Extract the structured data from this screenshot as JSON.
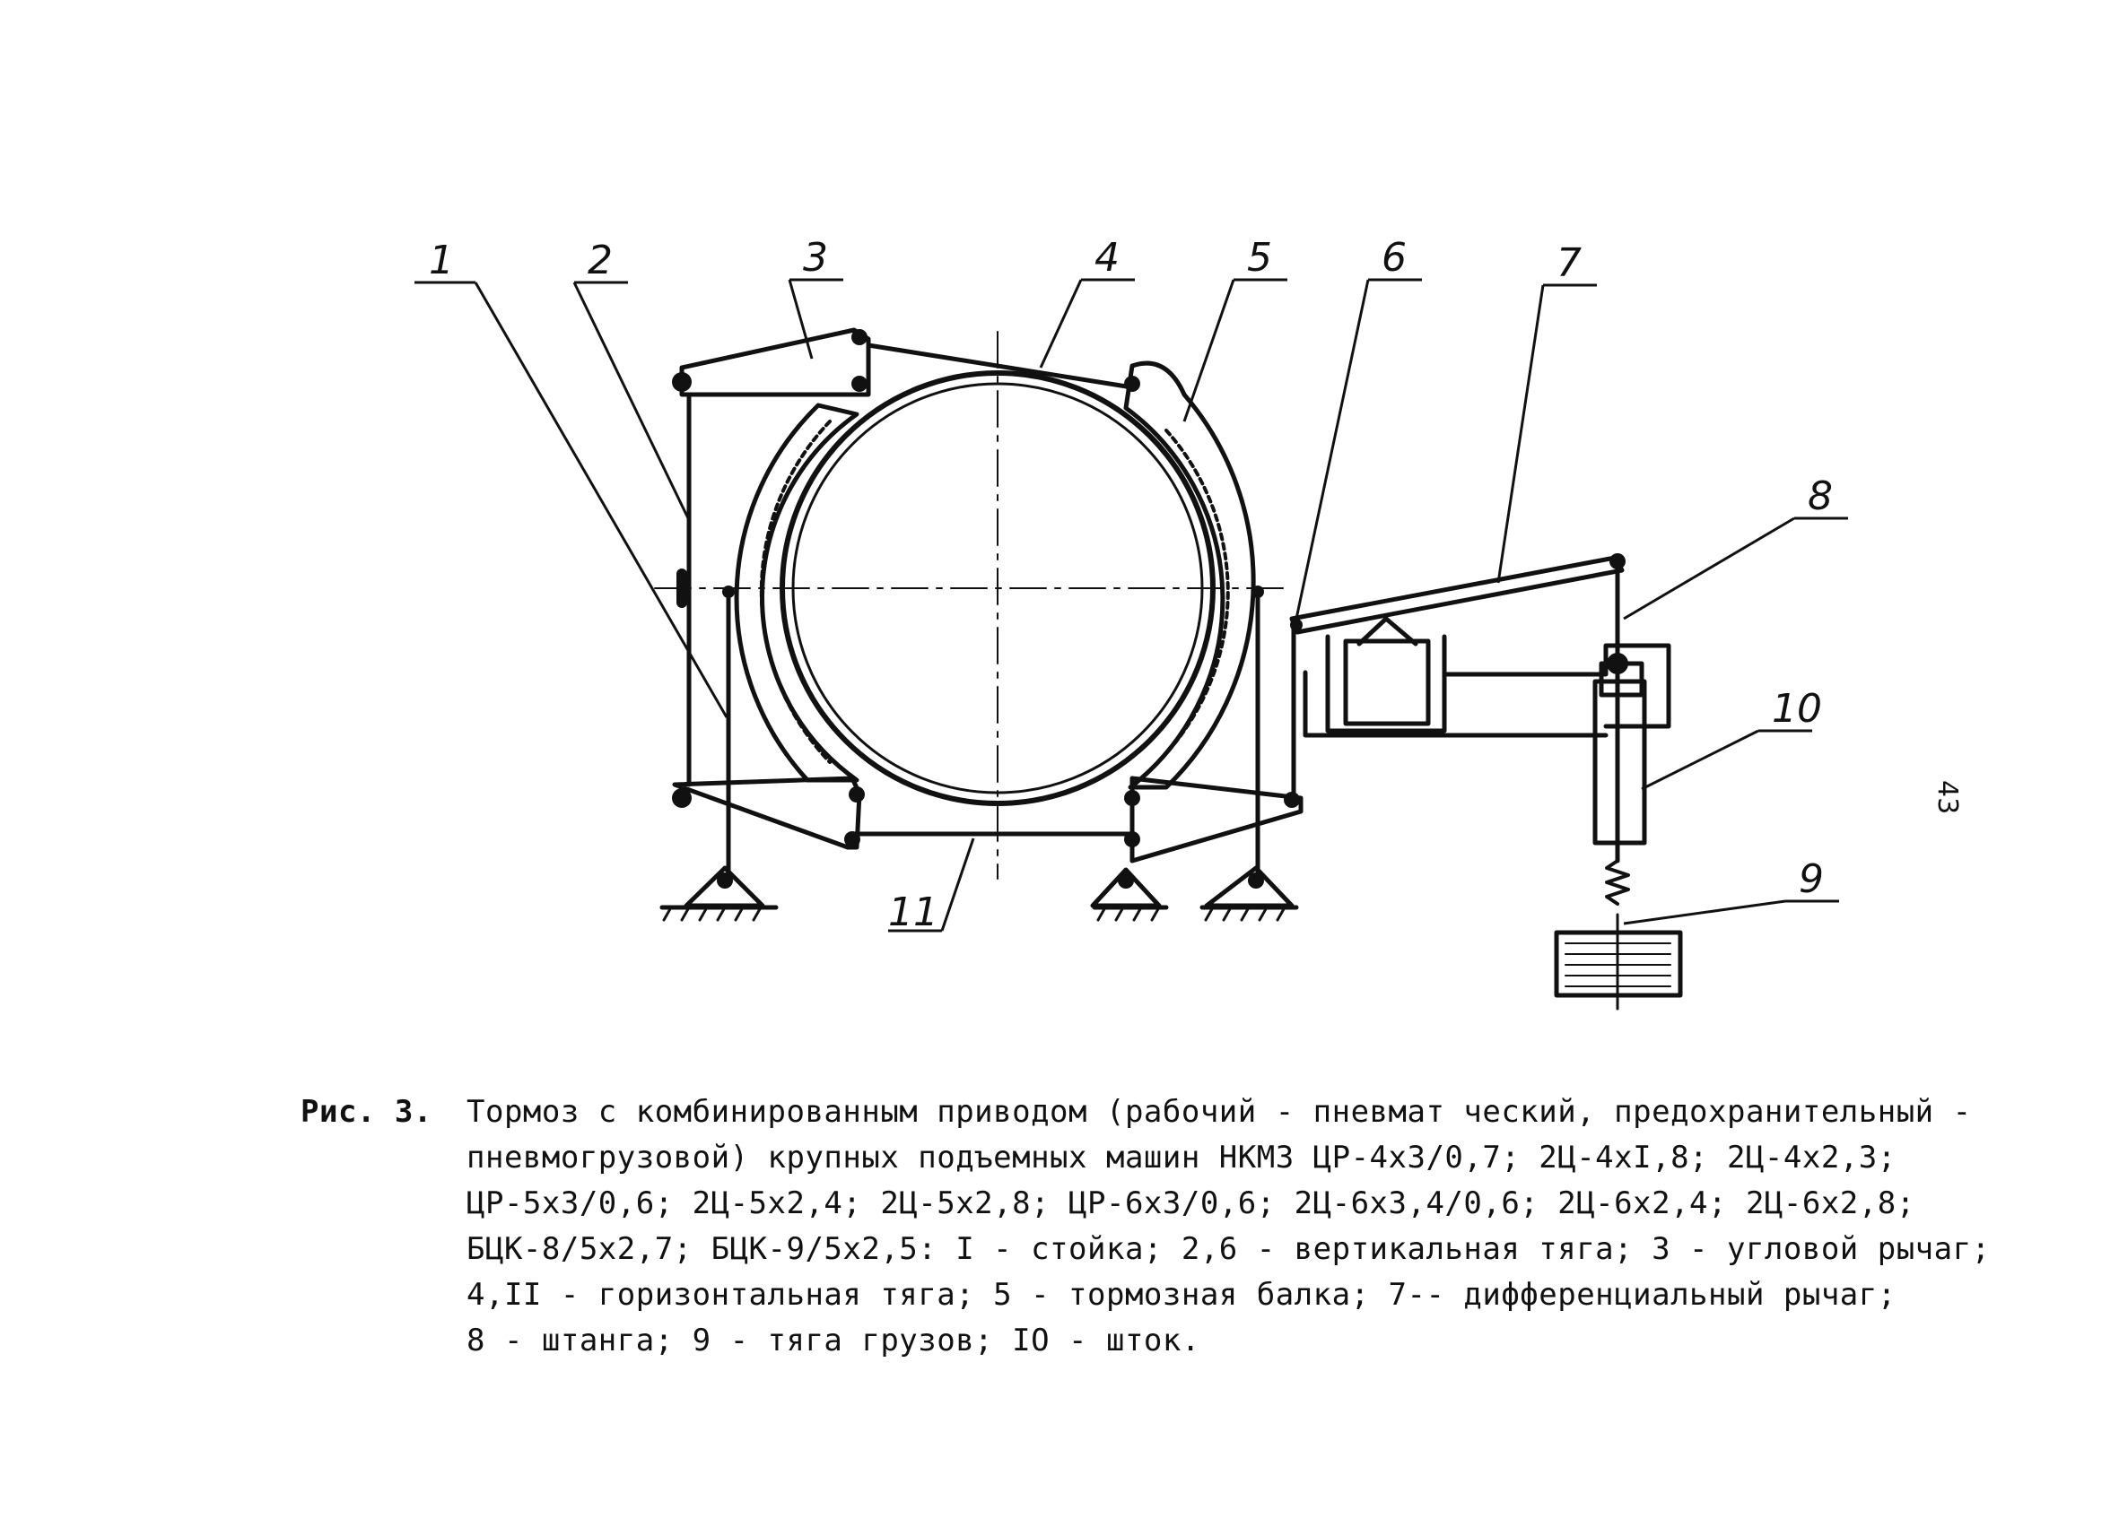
{
  "figure": {
    "labels": {
      "l1": "1",
      "l2": "2",
      "l3": "3",
      "l4": "4",
      "l5": "5",
      "l6": "6",
      "l7": "7",
      "l8": "8",
      "l9": "9",
      "l10": "10",
      "l11": "11"
    }
  },
  "caption": {
    "prefix": "Рис. 3.",
    "lines": [
      "Тормоз с комбинированным приводом (рабочий - пневмат ческий, предохранительный -",
      "пневмогрузовой) крупных подъемных машин НКМЗ ЦР-4х3/0,7; 2Ц-4хI,8; 2Ц-4х2,3;",
      "ЦР-5х3/0,6; 2Ц-5х2,4; 2Ц-5х2,8; ЦР-6х3/0,6; 2Ц-6х3,4/0,6; 2Ц-6х2,4; 2Ц-6х2,8;",
      "БЦК-8/5х2,7; БЦК-9/5х2,5: I - стойка; 2,6 - вертикальная тяга; 3 - угловой рычаг;",
      "4,II - горизонтальная тяга; 5 - тормозная балка; 7-- дифференциальный рычаг;",
      "8 - штанга; 9 - тяга грузов; IO - шток."
    ]
  },
  "page_number": "43"
}
